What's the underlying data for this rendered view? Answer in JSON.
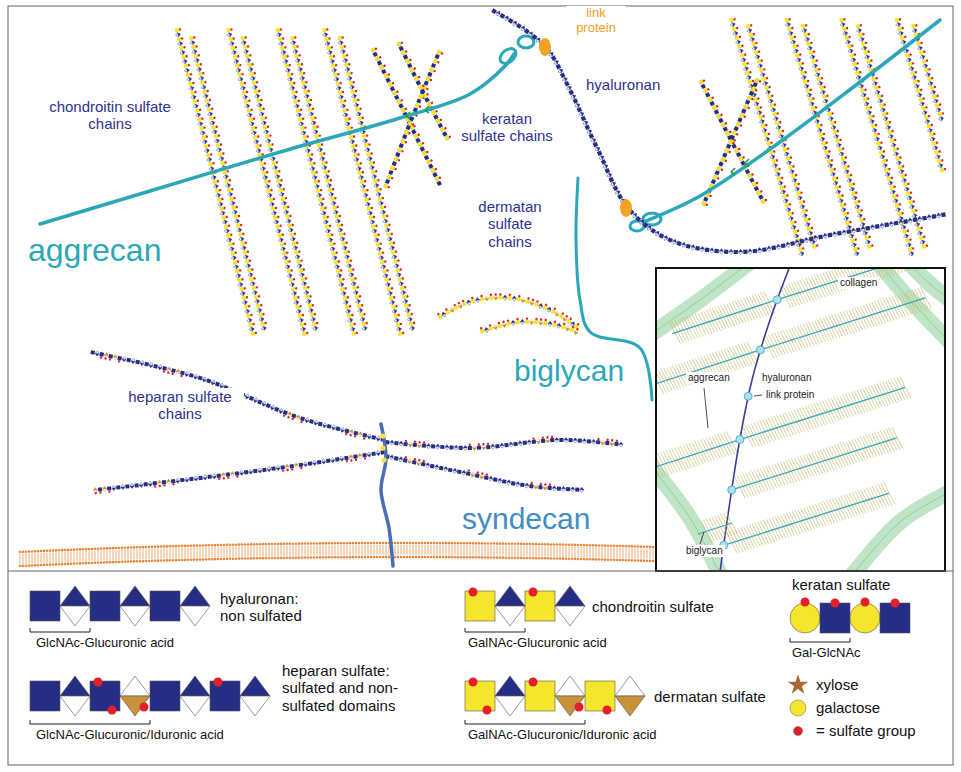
{
  "diagram": {
    "labels": [
      "link protein",
      "hyaluronan",
      "keratan sulfate chains",
      "chondroitin sulfate chains",
      "aggrecan",
      "dermatan sulfate chains",
      "biglycan",
      "heparan sulfate chains",
      "syndecan",
      "collagen",
      "aggrecan",
      "hyaluronan",
      "link protein",
      "biglycan",
      "GlcNAc-Glucuronic acid",
      "GalNAc-Glucuronic acid",
      "GlcNAc-Glucuronic/Iduronic acid",
      "GalNAc-Glucuronic/Iduronic acid",
      "Gal-GlcNAc"
    ],
    "legend": [
      {
        "text": "hyaluronan: non sulfated"
      },
      {
        "text": "chondroitin sulfate"
      },
      {
        "text": "keratan sulfate"
      },
      {
        "text": "heparan sulfate: sulfated and non-sulfated domains"
      },
      {
        "text": "dermatan sulfate"
      },
      {
        "text": "xylose"
      },
      {
        "text": "galactose",
        "color": "#f6e52c"
      },
      {
        "text": "= sulfate group",
        "color": "#e3202a"
      }
    ]
  }
}
